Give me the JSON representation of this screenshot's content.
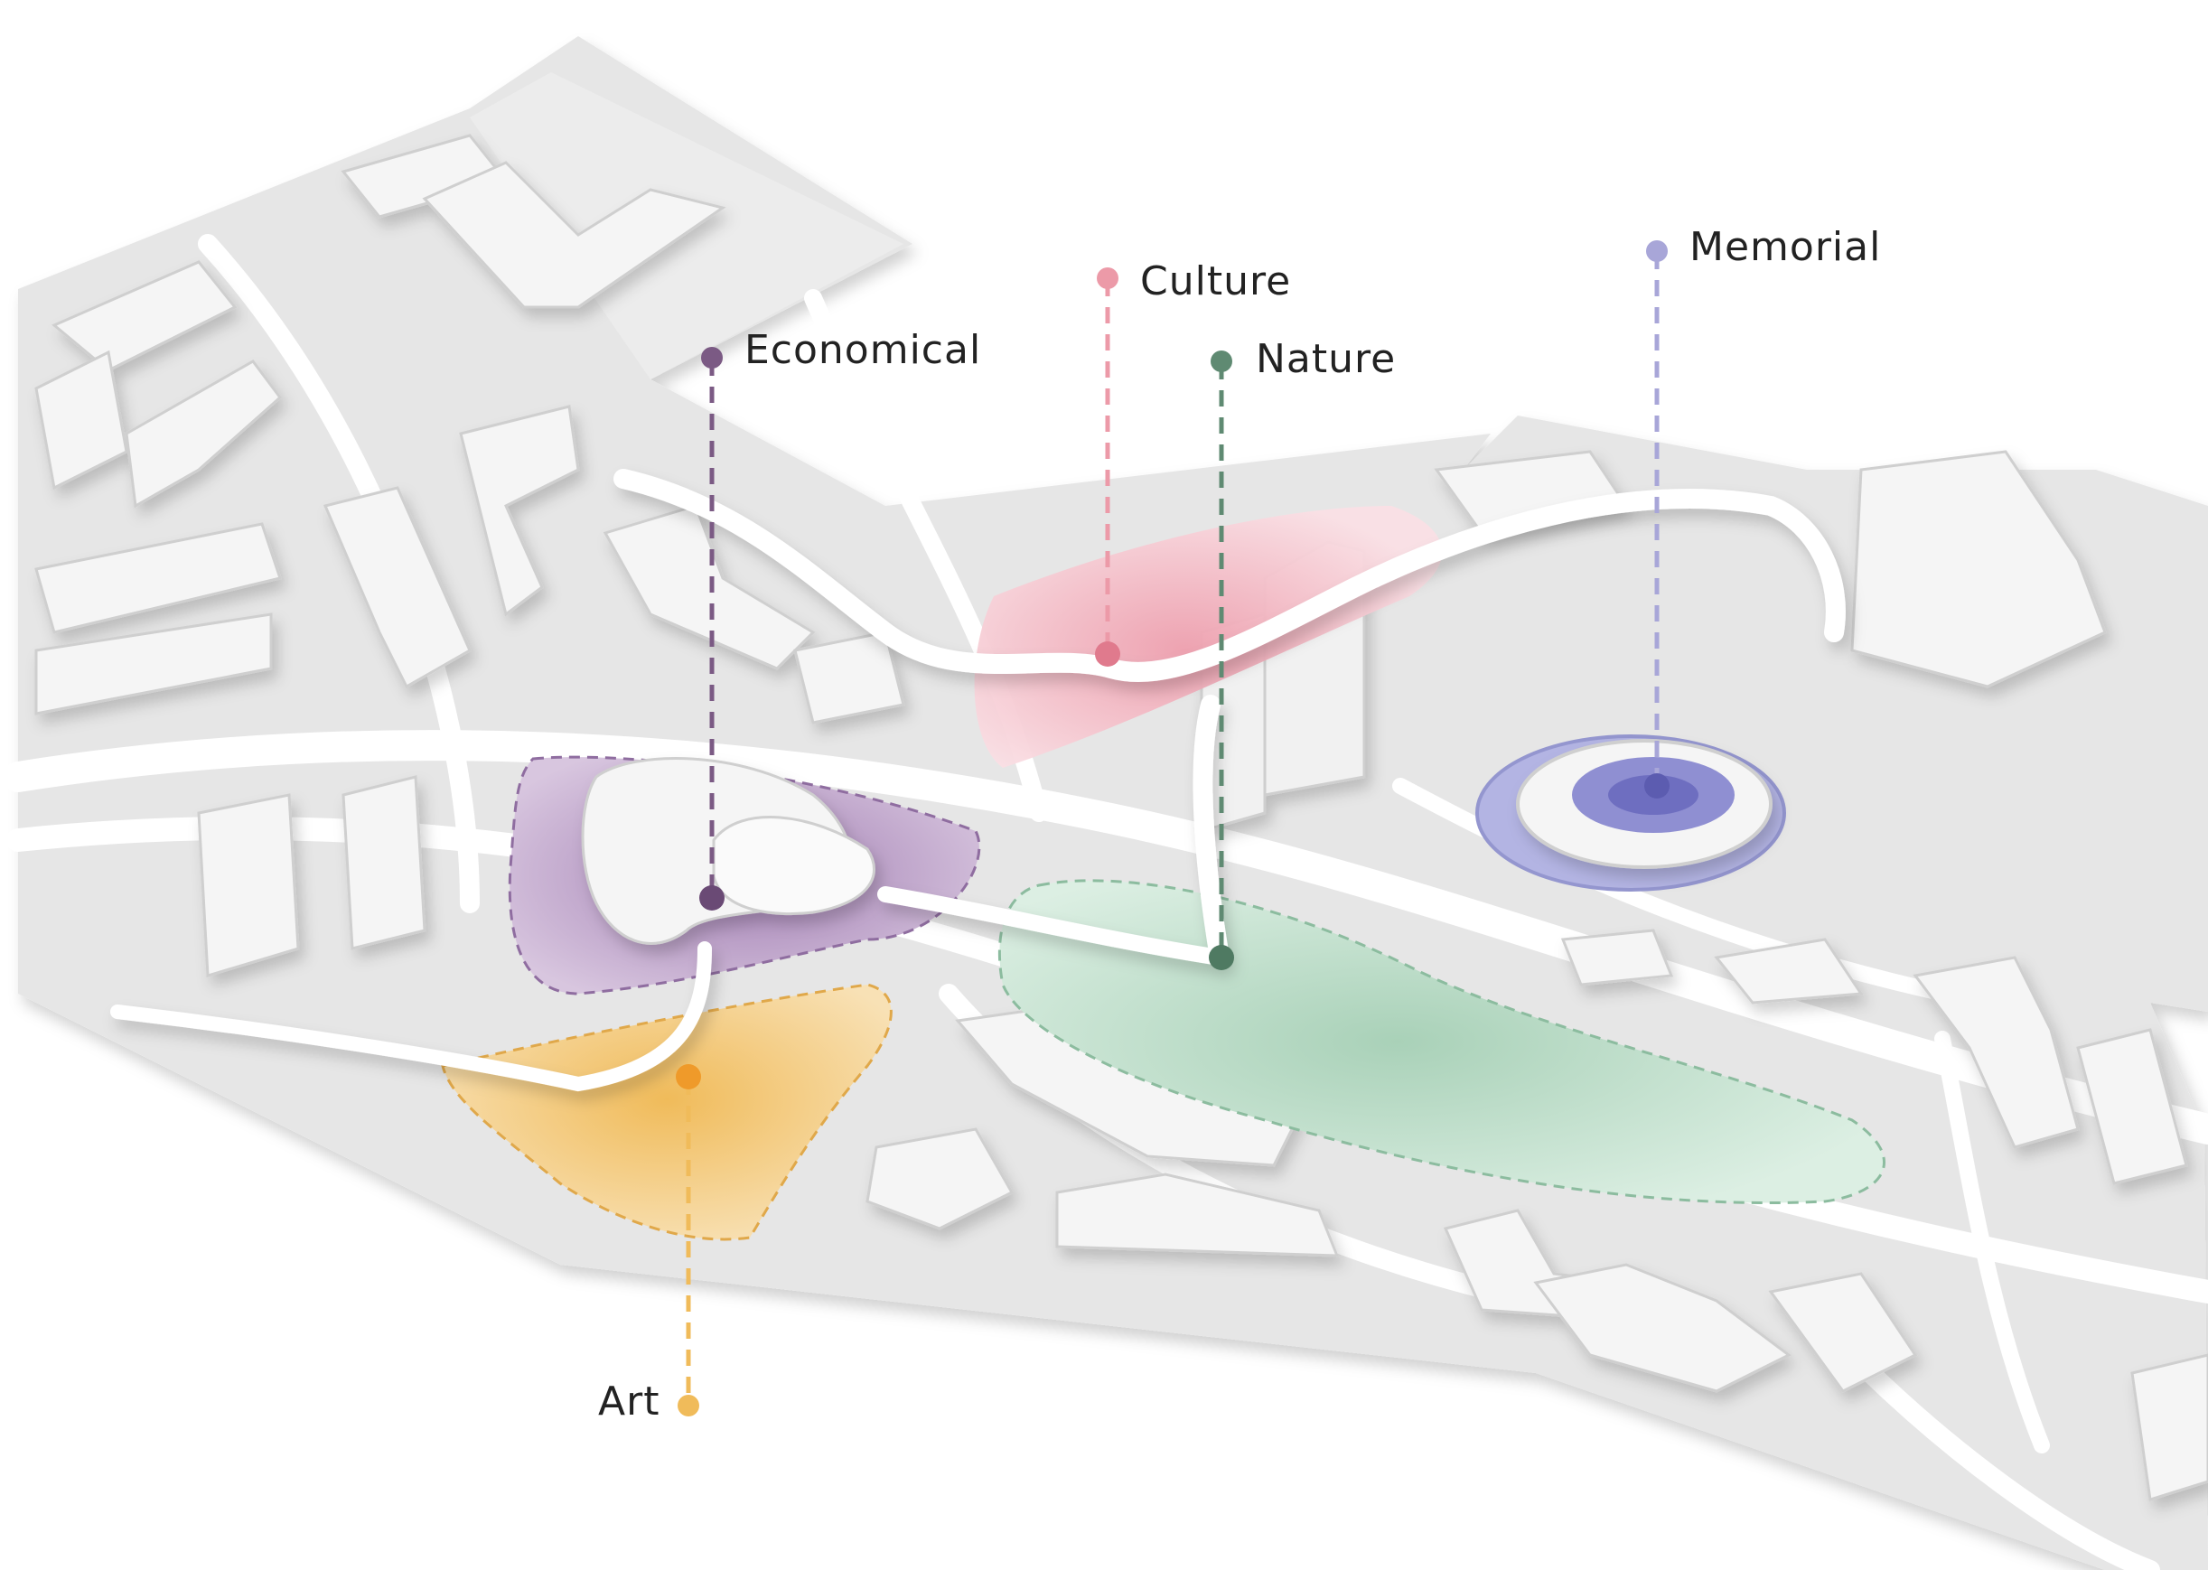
{
  "zones": [
    {
      "id": "economical",
      "label": "Economical",
      "color": "#7b5a84"
    },
    {
      "id": "culture",
      "label": "Culture",
      "color": "#ec9aa8"
    },
    {
      "id": "nature",
      "label": "Nature",
      "color": "#5f8a72"
    },
    {
      "id": "memorial",
      "label": "Memorial",
      "color": "#a8a6d8"
    },
    {
      "id": "art",
      "label": "Art",
      "color": "#f0bb5a"
    }
  ],
  "colors": {
    "background": "#ffffff",
    "ground": "#e4e4e4",
    "building_top": "#f4f4f4",
    "building_side": "#cfcfcf",
    "road": "#ffffff",
    "economical_zone": "#b79cc4",
    "culture_zone": "#f2b9c2",
    "nature_zone": "#bfdcc9",
    "memorial_zone": "#aeb0e0",
    "art_zone": "#f3cf8e"
  }
}
